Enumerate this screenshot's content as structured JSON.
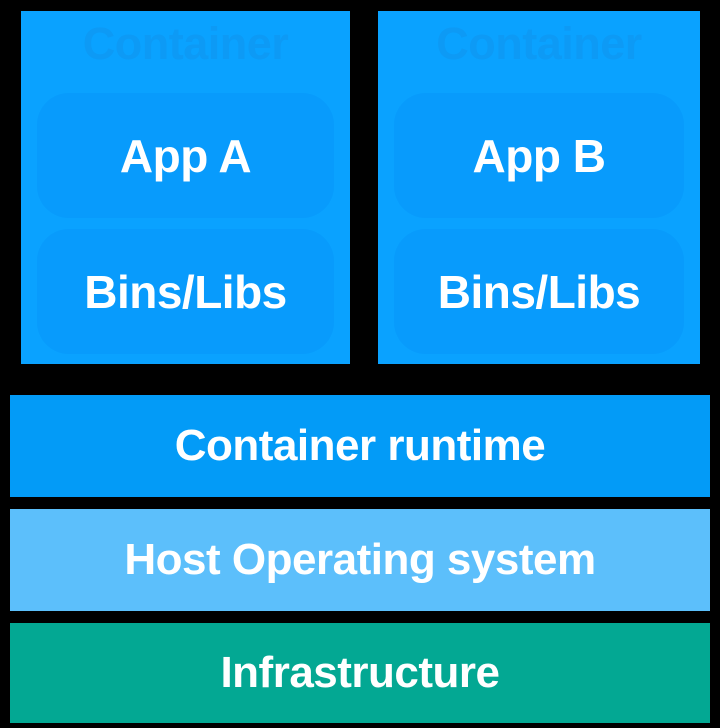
{
  "diagram": {
    "title": "Container deployment architecture stack",
    "background_color": "#000000",
    "containers": [
      {
        "watermark": "Container",
        "app_label": "App A",
        "libs_label": "Bins/Libs",
        "box_color": "#0AA2FF",
        "inner_box_color": "#089BFC",
        "watermark_color": "#0D9AF5"
      },
      {
        "watermark": "Container",
        "app_label": "App B",
        "libs_label": "Bins/Libs",
        "box_color": "#0AA2FF",
        "inner_box_color": "#089BFC",
        "watermark_color": "#0D9AF5"
      }
    ],
    "layers": [
      {
        "label": "Container runtime",
        "color": "#039BF7"
      },
      {
        "label": "Host Operating system",
        "color": "#5CBFFB"
      },
      {
        "label": "Infrastructure",
        "color": "#03A893"
      }
    ],
    "text_color": "#FFFFFF"
  }
}
